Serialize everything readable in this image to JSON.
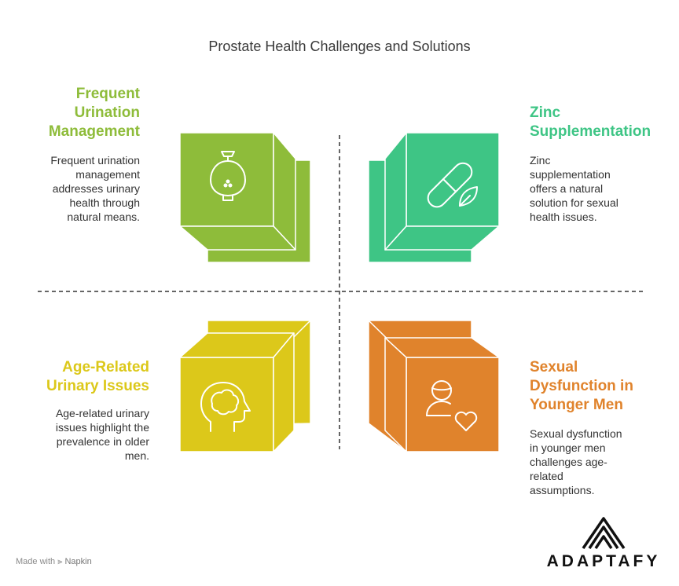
{
  "title": "Prostate Health Challenges and Solutions",
  "quadrants": [
    {
      "heading": "Frequent\nUrination\nManagement",
      "description": "Frequent urination\nmanagement\naddresses urinary\nhealth through\nnatural means.",
      "color": "#8ebc3a",
      "icon": "urinal-icon"
    },
    {
      "heading": "Zinc\nSupplementation",
      "description": "Zinc\nsupplementation\noffers a natural\nsolution for sexual\nhealth issues.",
      "color": "#3ec585",
      "icon": "pill-leaf-icon"
    },
    {
      "heading": "Age-Related\nUrinary Issues",
      "description": "Age-related urinary\nissues highlight the\nprevalence in older\nmen.",
      "color": "#dcc81a",
      "icon": "head-brain-icon"
    },
    {
      "heading": "Sexual\nDysfunction in\nYounger Men",
      "description": "Sexual dysfunction\nin younger men\nchallenges age-\nrelated\nassumptions.",
      "color": "#e0832c",
      "icon": "person-heart-icon"
    }
  ],
  "footer": {
    "made_with": "Made with",
    "brand": "Napkin"
  },
  "logo": {
    "text": "ADAPTAFY"
  }
}
